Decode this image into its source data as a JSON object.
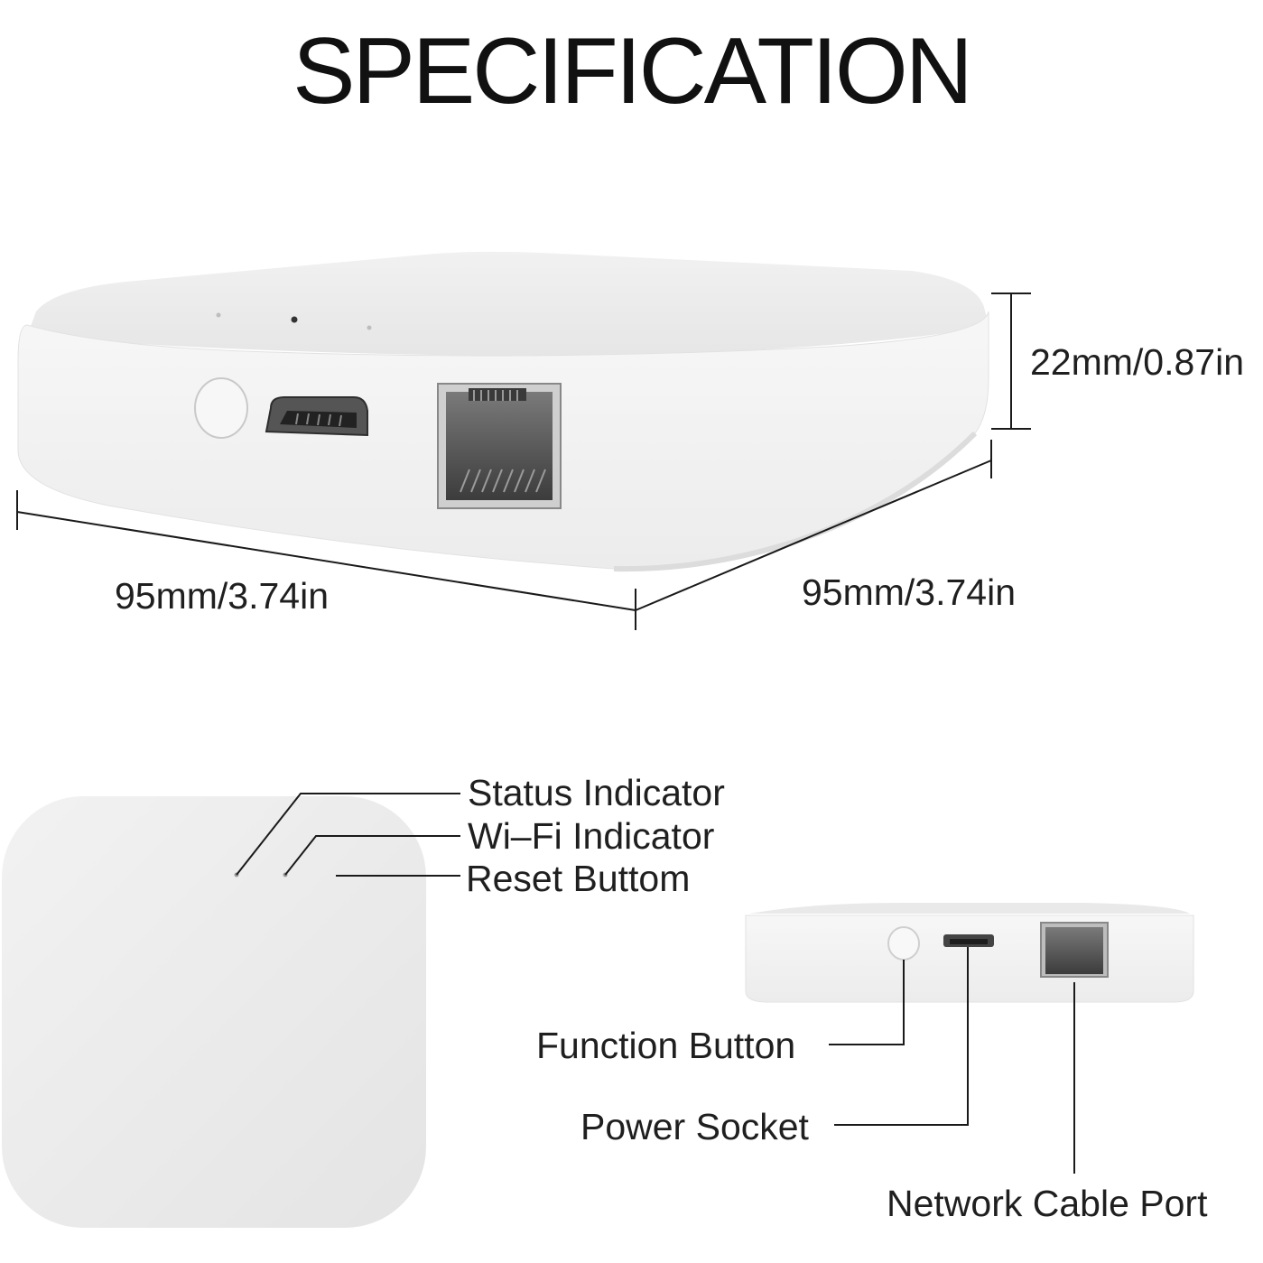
{
  "title": "SPECIFICATION",
  "dimensions": {
    "height": "22mm/0.87in",
    "width": "95mm/3.74in",
    "depth": "95mm/3.74in"
  },
  "top_view_labels": {
    "status": "Status Indicator",
    "wifi": "Wi–Fi Indicator",
    "reset": "Reset Buttom"
  },
  "front_view_labels": {
    "function": "Function Button",
    "power": "Power Socket",
    "network": "Network Cable Port"
  }
}
